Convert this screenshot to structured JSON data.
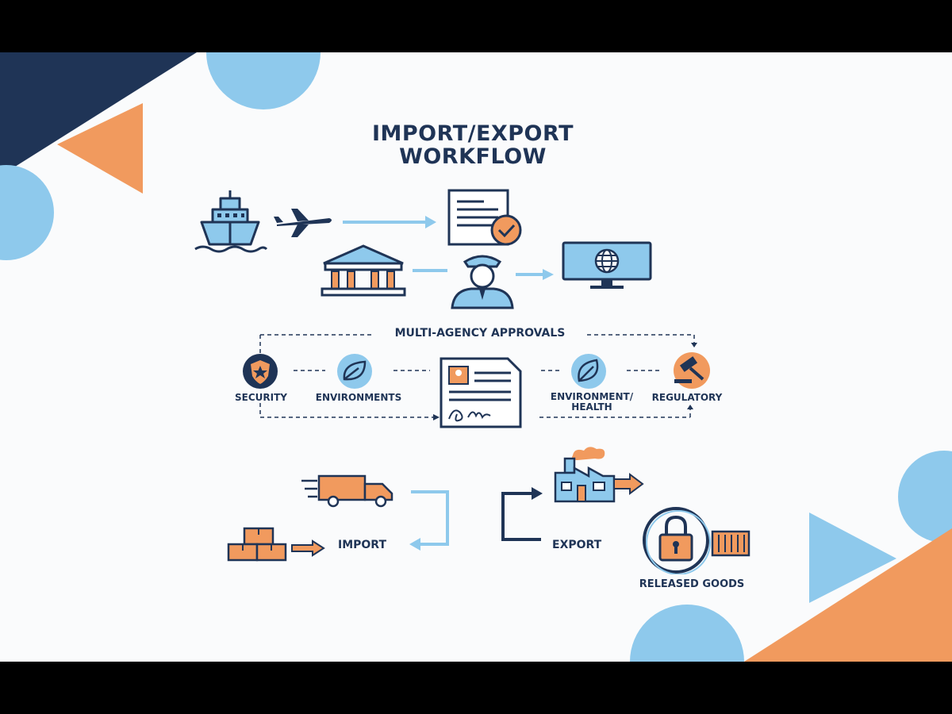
{
  "title_line1": "IMPORT/EXPORT",
  "title_line2": "WORKFLOW",
  "approvals": {
    "heading": "MULTI-AGENCY APPROVALS",
    "security": "SECURITY",
    "environments": "ENVIRONMENTS",
    "env_health_line1": "ENVIRONMENT/",
    "env_health_line2": "HEALTH",
    "regulatory": "REGULATORY"
  },
  "flow": {
    "import_label": "IMPORT",
    "export_label": "EXPORT",
    "released_label": "RELEASED GOODS"
  },
  "icons": [
    "ship-icon",
    "airplane-icon",
    "document-check-icon",
    "customs-building-icon",
    "customs-officer-icon",
    "computer-globe-icon",
    "shield-star-icon",
    "leaf-icon",
    "signed-document-icon",
    "leaf-icon",
    "gavel-icon",
    "delivery-truck-icon",
    "boxes-icon",
    "factory-icon",
    "lock-icon",
    "container-icon"
  ],
  "colors": {
    "navy": "#1f3456",
    "blue": "#8ec9ec",
    "orange": "#f19a5e",
    "background": "#fafbfc"
  }
}
